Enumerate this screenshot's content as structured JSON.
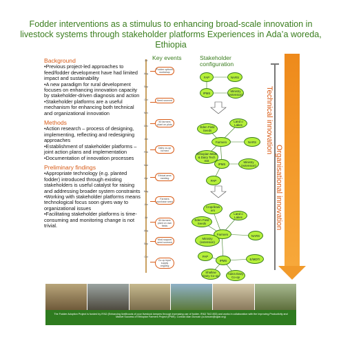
{
  "title": "Fodder interventions as a stimulus to enhancing broad-scale innovation in livestock systems through stakeholder platforms Experiences in Ada’a woreda, Ethiopia",
  "left": {
    "background_head": "Background",
    "background": [
      "•Previous project-led approaches to feed/fodder development have had limited impact and sustainability",
      "•A new paradigm for rural development focuses on enhancing innovation capacity by stakeholder-driven diagnosis and action",
      "•Stakeholder platforms are a useful mechanism for enhancing both technical and organizational innovation"
    ],
    "methods_head": "Methods",
    "methods": [
      "•Action research – process of designing, implementing, reflecting and redesigning approaches",
      "•Establishment of stakeholder platforms – joint action plans and implementation",
      "•Documentation of innovation processes"
    ],
    "findings_head": "Preliminary findings",
    "findings": [
      "•Appropriate technology (e.g. planted fodder) introduced through existing stakeholders is useful catalyst for raising and addressing broader system constraints",
      "•Working with stakeholder platforms means technological focus soon gives way to organizational issues",
      "•Facilitating stakeholder platforms is time-consuming and monitoring change is not trivial."
    ]
  },
  "key_events_head": "Key events",
  "stakeholder_head": "Stakeholder configuration",
  "months": [
    "Jul",
    "Aug",
    "Sep",
    "Oct",
    "Nov",
    "Dec",
    "Jan",
    "Feb",
    "Mar",
    "Apr",
    "May",
    "Jun",
    "Jul",
    "Aug",
    "Sep",
    "Oct"
  ],
  "events": [
    "Fodder options workshop",
    "Seed sourced",
    "50 farmers plant on plots",
    "Dairy co-op formed",
    "Ethical area meeting",
    "Farmers purchase seed",
    "60 farmers plant on own fields",
    "MoA support seed sourced",
    "Co-op input supply ongoing"
  ],
  "stage1": [
    "FAP",
    "NARS",
    "IPMS",
    "Ministry (extension)"
  ],
  "stage2": [
    "Land o Lakes",
    "Eden Field Seeds",
    "Farmers",
    "NARS",
    "Ethiopian Meat & Dairy Tech Inst",
    "IPMS",
    "Ministry (extension)",
    "PAP"
  ],
  "stage3": [
    "Crop/draw ers",
    "Land o Lakes",
    "Eden Field Seeds",
    "Farmers",
    "NARS",
    "Ministry (extension)",
    "IPMS",
    "PAP",
    "E/MDTI",
    "Shallow Dairy Co-op",
    "Ada'a Dairy Co-op"
  ],
  "bar_labels": {
    "tech": "Technical innovation",
    "org": "Organisational innovation"
  },
  "footer": "The Fodder Adoption Project is funded by IFAD (Enhancing livelihoods of poor livestock keepers through increasing use of fodder, IFAD TAG 853) and works in collaboration with the Improving Productivity and Market Success of Ethiopian Farmers Project (IPMS). Contact Alan Duncan (a.duncan@cgiar.org)",
  "colors": {
    "accent_green": "#3a7d1e",
    "accent_orange": "#d85a15",
    "node": "#b6f03a"
  }
}
